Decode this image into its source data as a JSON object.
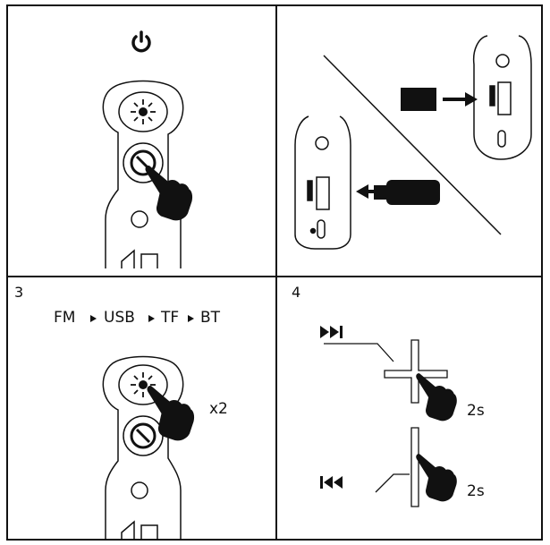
{
  "panels": [
    {
      "number": "",
      "icon": "power-icon"
    },
    {
      "number": "",
      "icons": [
        "tf-card-icon",
        "usb-drive-icon",
        "arrow-right-icon",
        "arrow-left-icon"
      ]
    },
    {
      "number": "3",
      "sequence": [
        "FM",
        "USB",
        "TF",
        "BT"
      ],
      "press_count": "x2",
      "icon": "mode-button-icon"
    },
    {
      "number": "4",
      "hold_next": "2s",
      "hold_prev": "2s",
      "icons": [
        "next-track-icon",
        "previous-track-icon",
        "plus-button-icon",
        "minus-button-icon"
      ]
    }
  ],
  "colors": {
    "ink": "#111111",
    "paper": "#ffffff"
  }
}
